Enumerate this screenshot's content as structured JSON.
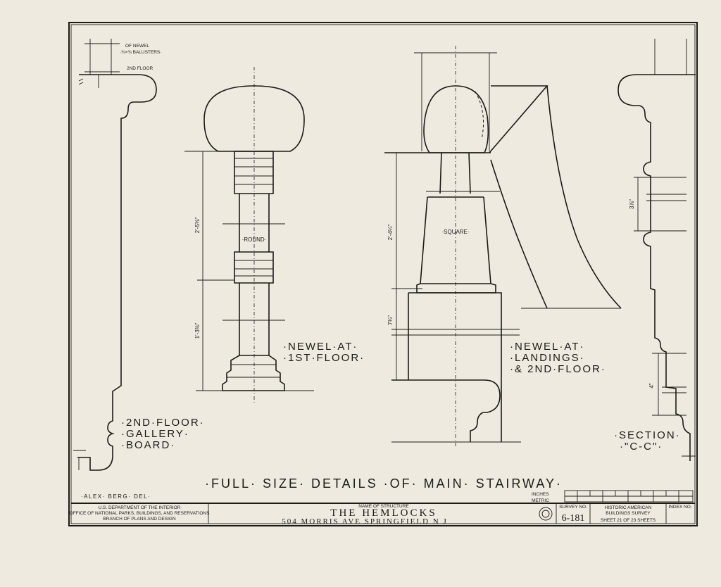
{
  "sheet": {
    "title_main": "·FULL· SIZE· DETAILS ·OF· MAIN· STAIRWAY·",
    "delineator": "·ALEX· BERG· DEL·"
  },
  "labels": {
    "gallery_board": [
      "·2ND·FLOOR·",
      "·GALLERY·",
      "·BOARD·"
    ],
    "newel_first": [
      "·NEWEL·AT·",
      "·1ST·FLOOR·"
    ],
    "newel_landings": [
      "·NEWEL·AT·",
      "·LANDINGS·",
      "·& 2ND·FLOOR·"
    ],
    "section": [
      "·SECTION·",
      "·\"C-C\"·"
    ],
    "round": "·ROUND·",
    "square": "·SQUARE·",
    "of_newel": "OF NEWEL",
    "balusters": "·¾×¾ BALUSTERS·",
    "second_floor_note": "2ND FLOOR"
  },
  "dimensions": {
    "newel1_upper": "2'-5⅜\"",
    "newel1_lower": "1'-3⅜\"",
    "newel2_upper": "2'-4¼\"",
    "newel2_lower": "7¾\"",
    "section_upper": "3⅞\"",
    "section_lower": "4\""
  },
  "scale_bar": {
    "inches": "INCHES",
    "metric": "METRIC"
  },
  "title_block": {
    "agency": [
      "U.S. DEPARTMENT OF THE INTERIOR",
      "OFFICE OF NATIONAL PARKS, BUILDINGS, AND RESERVATIONS",
      "BRANCH OF PLANS AND DESIGN"
    ],
    "name_caption": "NAME OF STRUCTURE",
    "structure_name": "THE  HEMLOCKS",
    "address": "504  MORRIS  AVE     SPRINGFIELD  N J",
    "survey_caption": "SURVEY NO.",
    "survey_no": "6-181",
    "habs": [
      "HISTORIC AMERICAN",
      "BUILDINGS SURVEY"
    ],
    "sheet_text": "SHEET 21 OF 23 SHEETS",
    "index_caption": "INDEX NO."
  }
}
